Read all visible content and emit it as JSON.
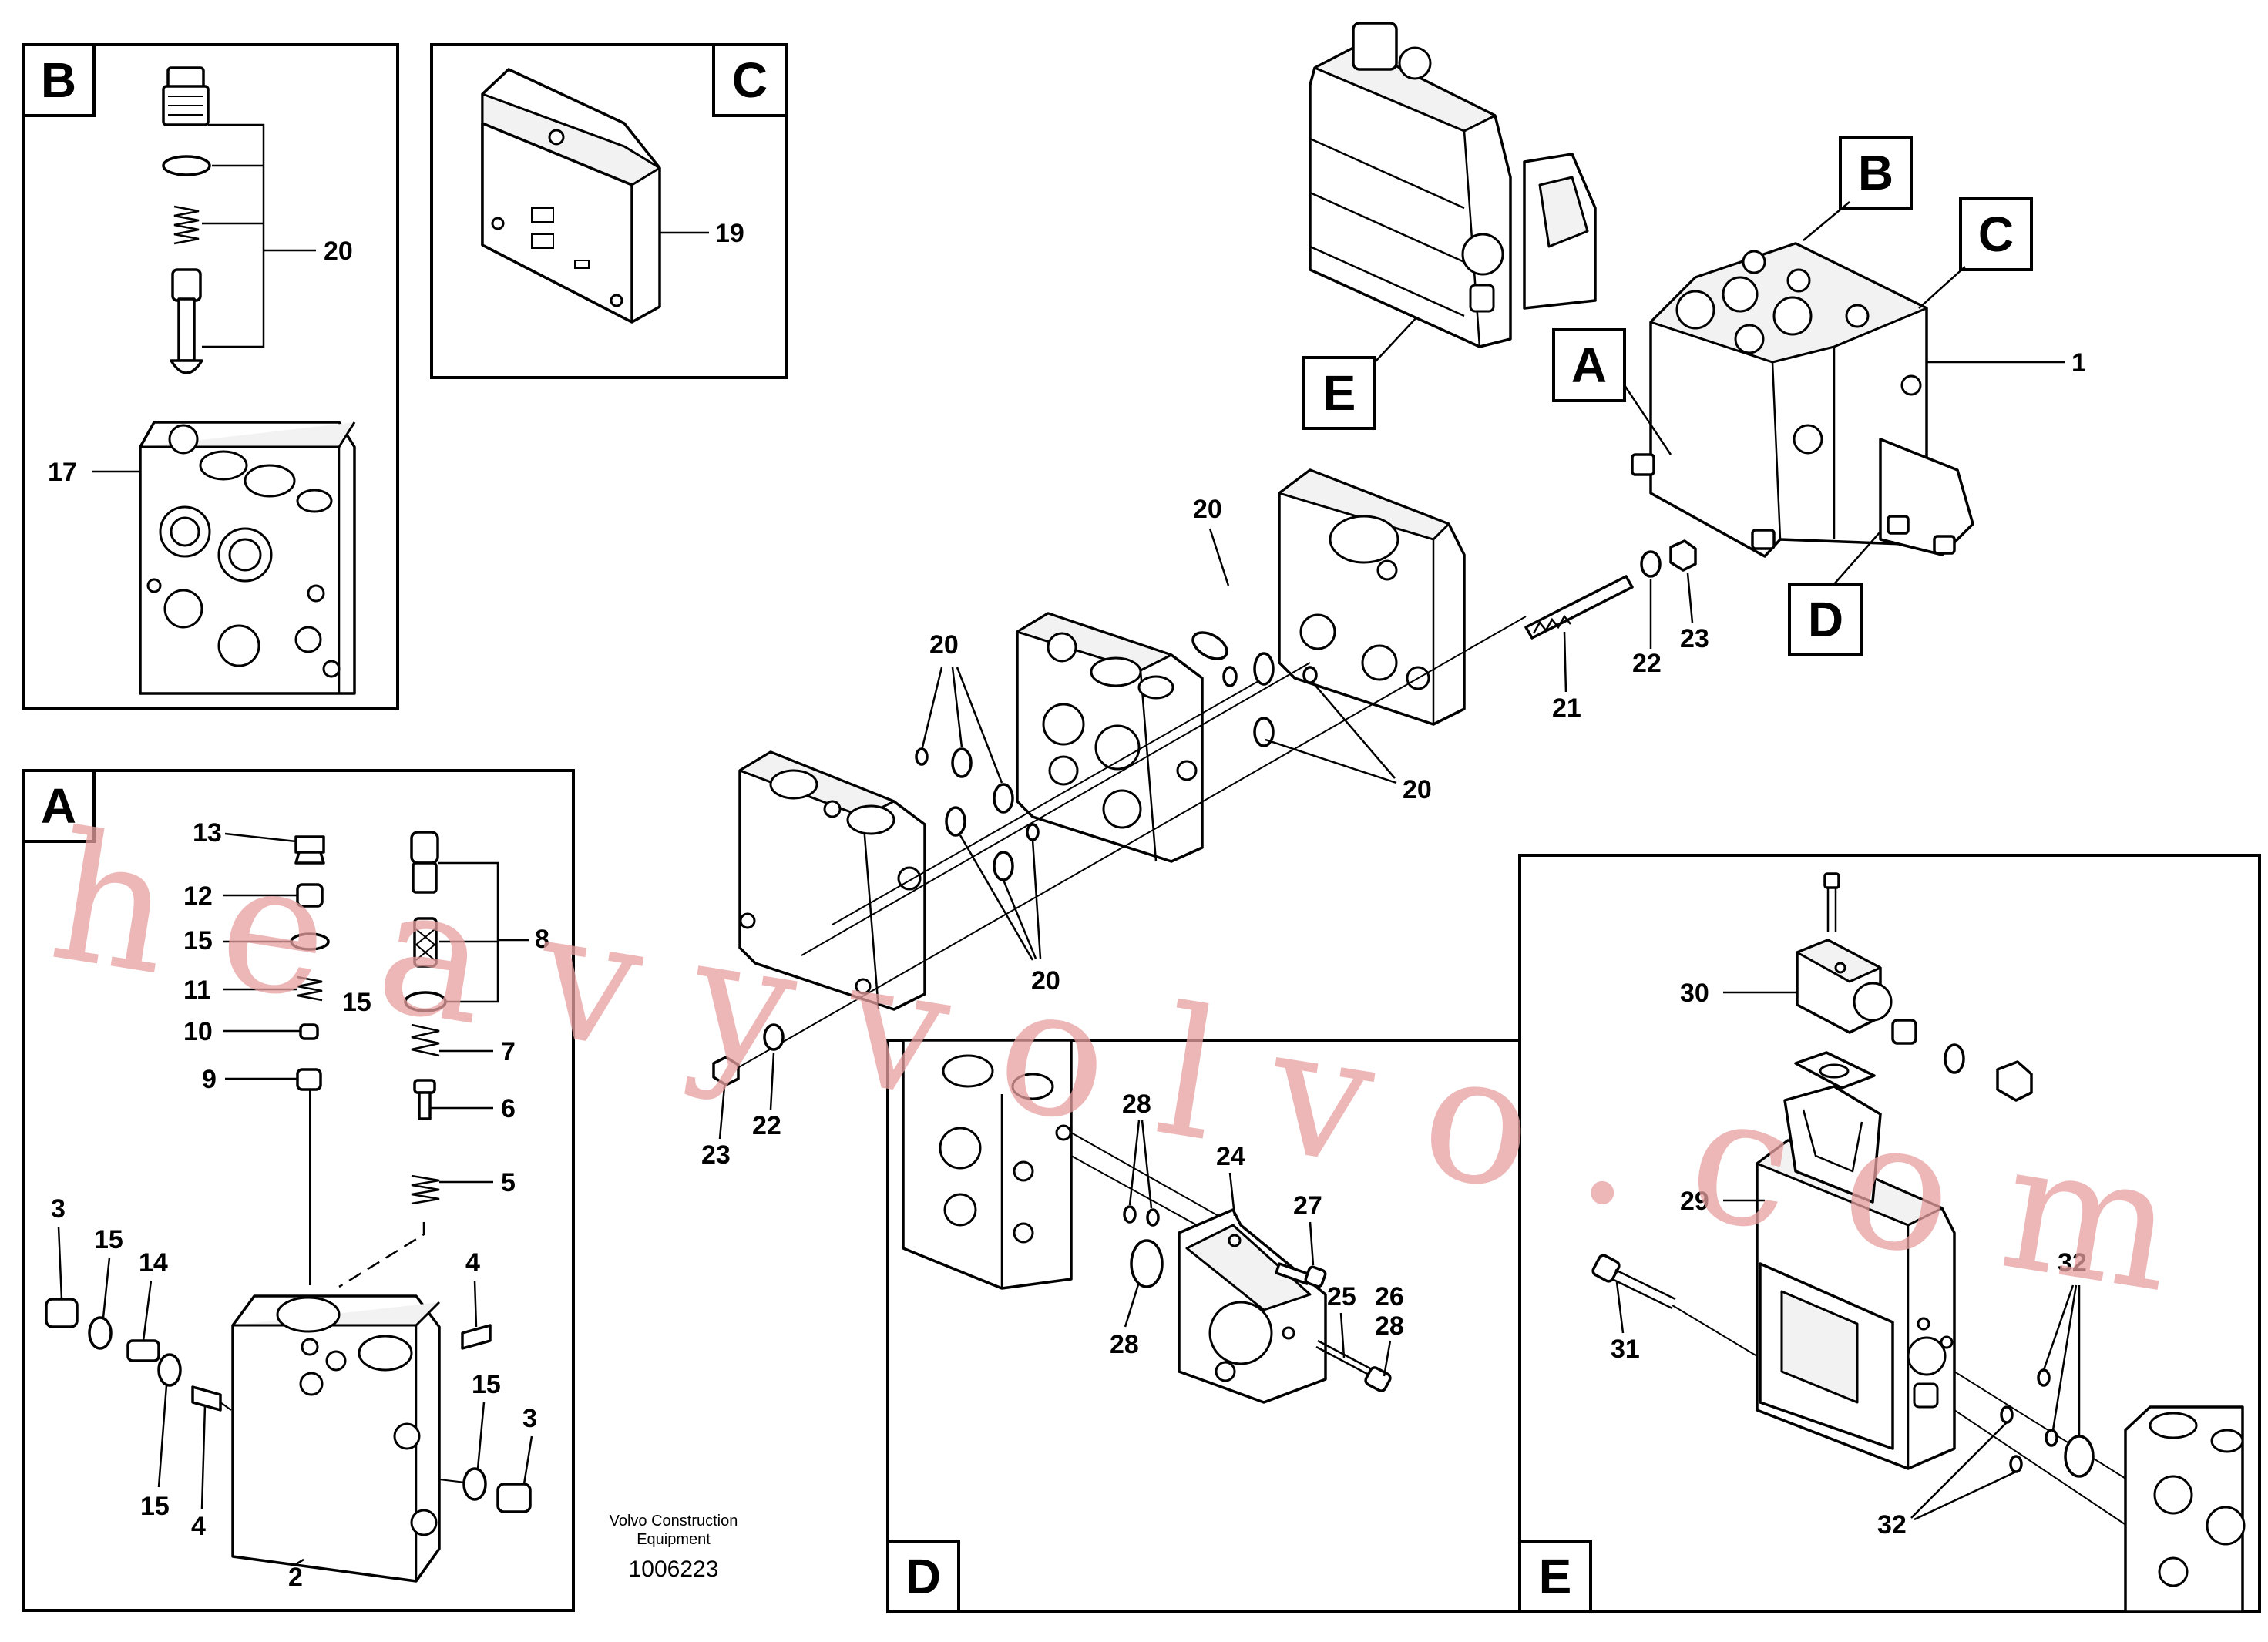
{
  "callouts": {
    "A": "A",
    "B": "B",
    "C": "C",
    "D": "D",
    "E": "E"
  },
  "part_numbers": {
    "n1": "1",
    "n2": "2",
    "n3": "3",
    "n4": "4",
    "n5": "5",
    "n6": "6",
    "n7": "7",
    "n8": "8",
    "n9": "9",
    "n10": "10",
    "n11": "11",
    "n12": "12",
    "n13": "13",
    "n14": "14",
    "n15": "15",
    "n17": "17",
    "n19": "19",
    "n20": "20",
    "n21": "21",
    "n22": "22",
    "n23": "23",
    "n24": "24",
    "n25": "25",
    "n26": "26",
    "n27": "27",
    "n28": "28",
    "n29": "29",
    "n30": "30",
    "n31": "31",
    "n32": "32"
  },
  "footer": {
    "line1": "Volvo Construction",
    "line2": "Equipment",
    "drawing_number": "1006223"
  },
  "watermark": "heavyvolvo.com"
}
